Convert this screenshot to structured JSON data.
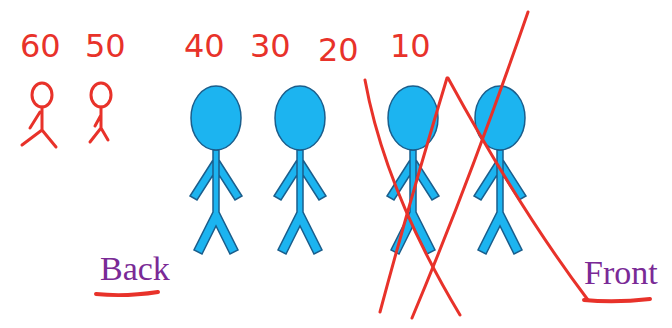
{
  "diagram": {
    "labels": [
      "60",
      "50",
      "40",
      "30",
      "20",
      "10",
      "Back",
      "Front"
    ]
  }
}
